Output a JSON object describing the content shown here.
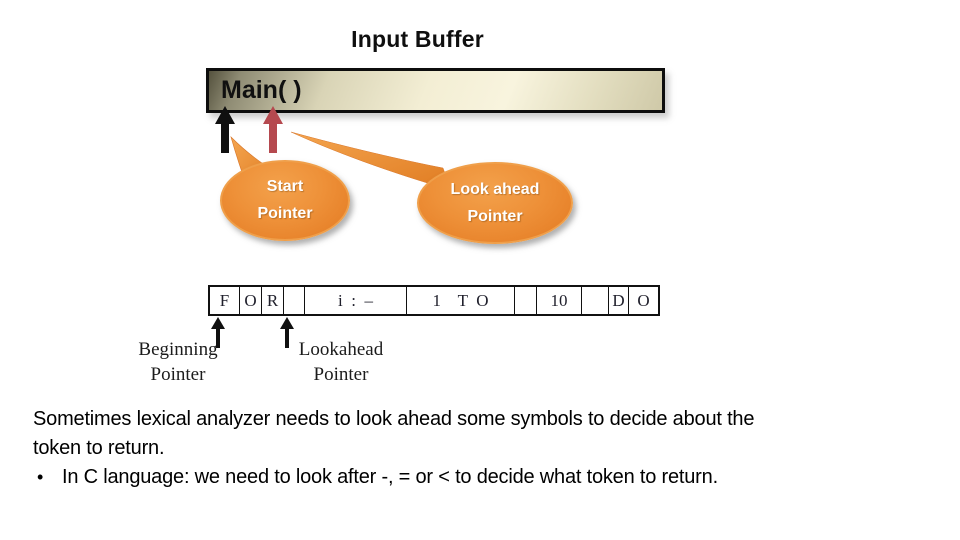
{
  "slide": {
    "title": "Input Buffer",
    "buffer_bar": {
      "label": "Main( )"
    },
    "callouts": {
      "start": {
        "line1": "Start",
        "line2": "Pointer"
      },
      "lookahead": {
        "line1": "Look ahead",
        "line2": "Pointer"
      }
    },
    "buffer_table": {
      "cells": [
        {
          "t": "F",
          "w": 30
        },
        {
          "t": "O",
          "w": 22
        },
        {
          "t": "R",
          "w": 22
        },
        {
          "t": "",
          "w": 21
        },
        {
          "t": "i  :  –",
          "w": 102
        },
        {
          "t": "1    T  O",
          "w": 108
        },
        {
          "t": "",
          "w": 22
        },
        {
          "t": "10",
          "w": 45
        },
        {
          "t": "",
          "w": 27
        },
        {
          "t": "D",
          "w": 20
        },
        {
          "t": "O",
          "w": 29
        }
      ]
    },
    "pointer_labels": {
      "beginning": {
        "line1": "Beginning",
        "line2": "Pointer"
      },
      "lookahead": {
        "line1": "Lookahead",
        "line2": "Pointer"
      }
    },
    "body_text": {
      "line1": "Sometimes lexical analyzer needs to look ahead some symbols to decide about the",
      "line2": "token to return.",
      "bullet": "•",
      "bullet_text": "In C language: we need to look after -, = or < to  decide what token to return."
    },
    "colors": {
      "callout_orange": "#ED8E35",
      "red_arrow": "#B5494F",
      "arrow_black": "#111111"
    }
  }
}
